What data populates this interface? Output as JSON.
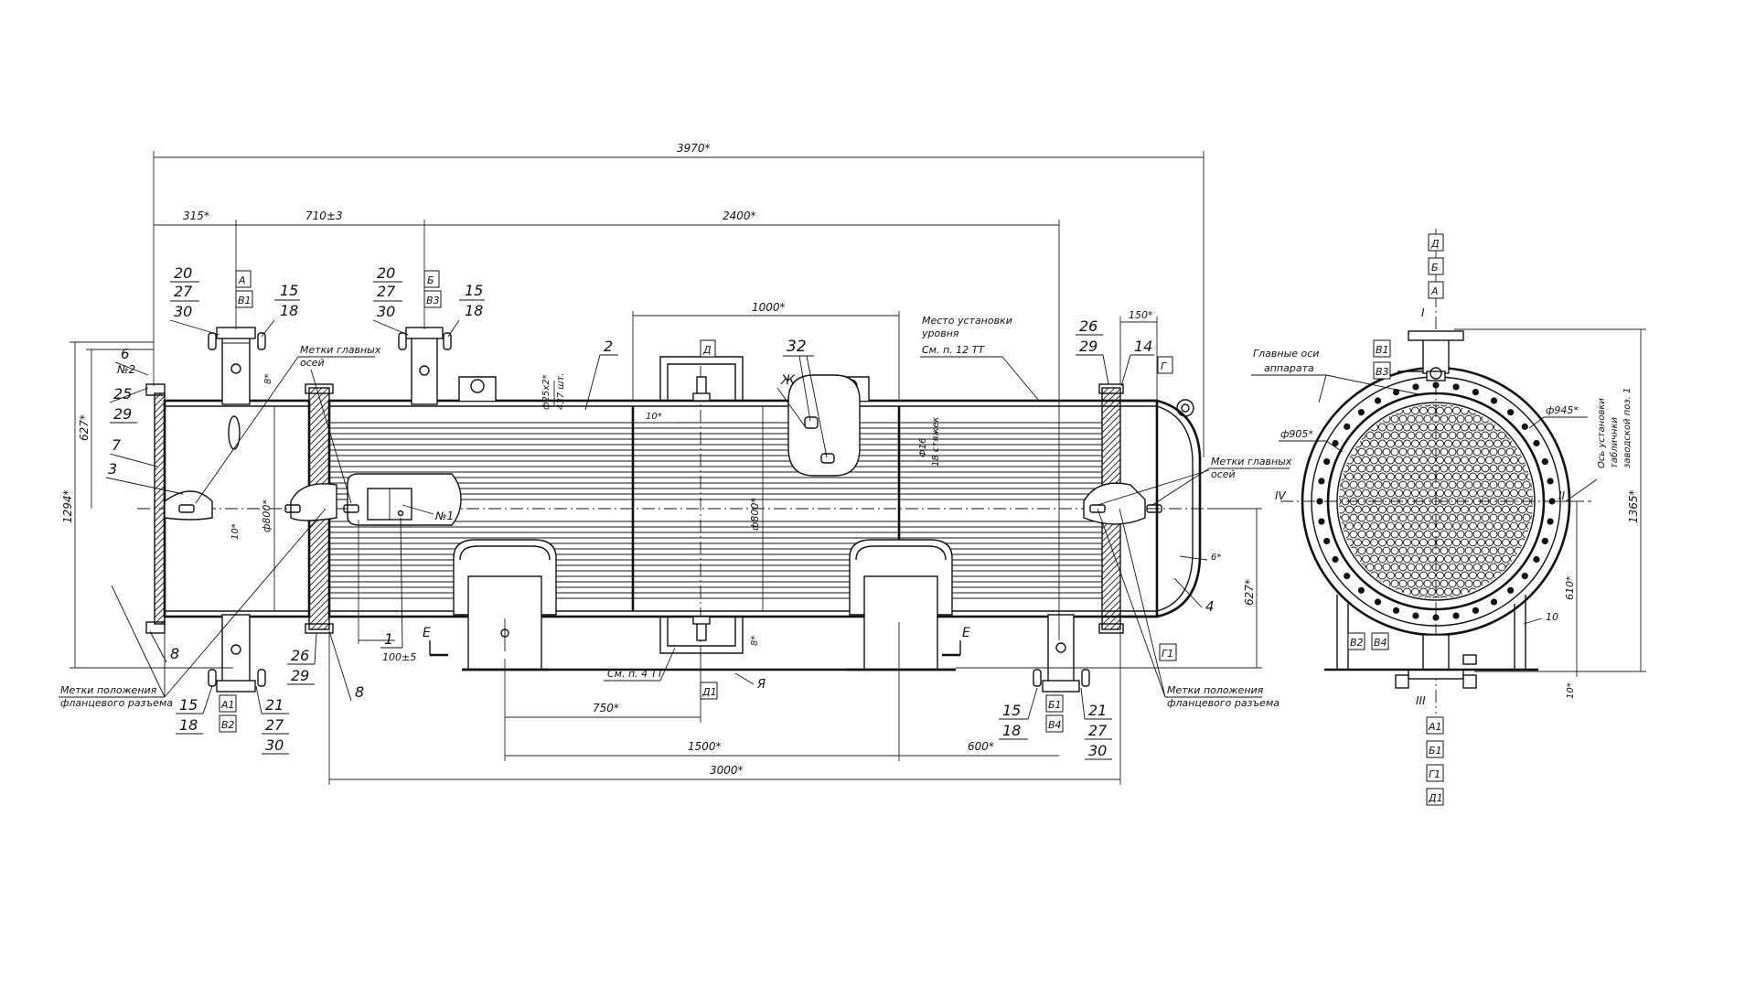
{
  "dimensions": {
    "overall": "3970*",
    "d315": "315*",
    "d710": "710±3",
    "d2400": "2400*",
    "d1000": "1000*",
    "d150": "150*",
    "d627_left": "627*",
    "d1294": "1294*",
    "d800_left": "ф800*",
    "d10_left": "10*",
    "d8_top": "8*",
    "d10_mid": "10*",
    "d252": "ф25х2*",
    "d437": "437 шт.",
    "d800_mid": "ф800*",
    "d8_bottom": "8*",
    "d100": "100±5",
    "d750": "750*",
    "d1500": "1500*",
    "d600": "600*",
    "d3000": "3000*",
    "d6_right": "6*",
    "d627_right": "627*",
    "d905": "ф905*",
    "d945": "ф945*",
    "d1365": "1365*",
    "d610": "610*",
    "d10_end": "10",
    "d10_end2": "10*",
    "ties": "Ф16",
    "ties2": "18 стяжек"
  },
  "callouts": {
    "n20a": "20",
    "n27a": "27",
    "n30a": "30",
    "n15a": "15",
    "n18a": "18",
    "n20b": "20",
    "n27b": "27",
    "n30b": "30",
    "n15b": "15",
    "n18b": "18",
    "n6": "6",
    "n2mark": "№2",
    "n25": "25",
    "n29a": "29",
    "n7": "7",
    "n3": "3",
    "n8a": "8",
    "n8b": "8",
    "n15c": "15",
    "n18c": "18",
    "n21a": "21",
    "n27c": "27",
    "n30c": "30",
    "n26a": "26",
    "n29b": "29",
    "n1": "1",
    "n1mark": "№1",
    "n2": "2",
    "n32": "32",
    "zh": "Ж",
    "n26b": "26",
    "n29c": "29",
    "n14": "14",
    "n4": "4",
    "n15d": "15",
    "n18d": "18",
    "n21b": "21",
    "n27d": "27",
    "n30d": "30",
    "e_left": "Е",
    "e_right": "Е",
    "ya": "Я",
    "r1": "I",
    "r2": "II",
    "r3": "III",
    "r4": "IV",
    "n10": "10"
  },
  "boxes": {
    "A": "А",
    "V1": "В1",
    "B": "Б",
    "V3": "В3",
    "D": "Д",
    "G": "Г",
    "A1": "А1",
    "V2": "В2",
    "D1": "Д1",
    "B1": "Б1",
    "V4": "В4",
    "G1": "Г1",
    "sD": "Д",
    "sB": "Б",
    "sA": "А",
    "sV1": "В1",
    "sV3": "В3",
    "sV2": "В2",
    "sV4": "В4",
    "sA1": "А1",
    "sB1": "Б1",
    "sG1": "Г1",
    "sD1": "Д1"
  },
  "notes": {
    "marks_axes_left_1": "Метки главных",
    "marks_axes_left_2": "осей",
    "level_1": "Место установки",
    "level_2": "уровня",
    "level_3": "См. п. 12 ТТ",
    "marks_axes_right_1": "Метки главных",
    "marks_axes_right_2": "осей",
    "flange_left_1": "Метки положения",
    "flange_left_2": "фланцевого разъема",
    "flange_right_1": "Метки положения",
    "flange_right_2": "фланцевого разъема",
    "see_p4": "См. п. 4 ТТ",
    "main_axes_1": "Главные оси",
    "main_axes_2": "аппарата",
    "plate_axis_1": "Ось установки",
    "plate_axis_2": "табличнки",
    "plate_axis_3": "заводской поз. 1"
  }
}
